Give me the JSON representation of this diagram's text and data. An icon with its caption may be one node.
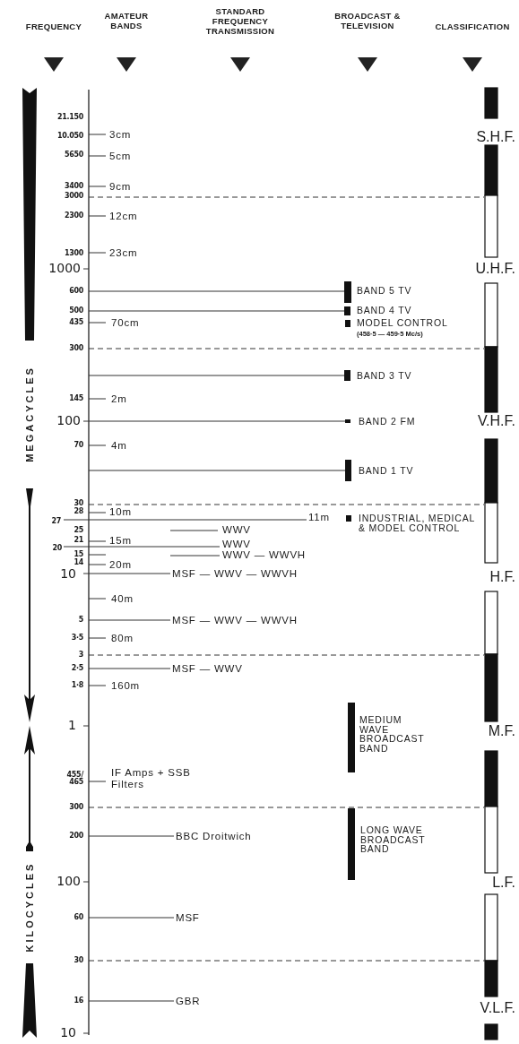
{
  "diagram": {
    "labels": [
      "FREQUENCY",
      "AMATEUR BANDS",
      "STANDARD FREQUENCY TRANSMISSION",
      "BROADCAST & TELEVISION",
      "CLASSIFICATION",
      "21.150",
      "10.050",
      "3cm",
      "S.H.F.",
      "5650",
      "5cm",
      "3400",
      "9cm",
      "3000",
      "2300",
      "12cm",
      "1300",
      "23cm",
      "1000",
      "U.H.F.",
      "600",
      "BAND 5 TV",
      "500",
      "BAND 4 TV",
      "435",
      "70cm",
      "MODEL CONTROL",
      "(458·5 — 459·5 Mc/s)",
      "300",
      "BAND 3 TV",
      "145",
      "2m",
      "100",
      "BAND 2 FM",
      "V.H.F.",
      "70",
      "4m",
      "BAND 1 TV",
      "30",
      "28",
      "10m",
      "27",
      "11m",
      "INDUSTRIAL, MEDICAL & MODEL CONTROL",
      "25",
      "WWV",
      "21",
      "15m",
      "20",
      "WWV",
      "15",
      "WWV — WWVH",
      "14",
      "20m",
      "10",
      "MSF — WWV — WWVH",
      "H.F.",
      "40m",
      "5",
      "MSF — WWV — WWVH",
      "3·5",
      "80m",
      "3",
      "2·5",
      "MSF — WWV",
      "1·8",
      "160m",
      "1",
      "MEDIUM WAVE BROADCAST BAND",
      "M.F.",
      "455/ 465",
      "IF Amps + SSB Filters",
      "300",
      "LONG WAVE BROADCAST BAND",
      "200",
      "BBC Droitwich",
      "100",
      "L.F.",
      "60",
      "MSF",
      "30",
      "16",
      "GBR",
      "V.L.F.",
      "10",
      "MEGACYCLES",
      "KILOCYCLES"
    ]
  }
}
